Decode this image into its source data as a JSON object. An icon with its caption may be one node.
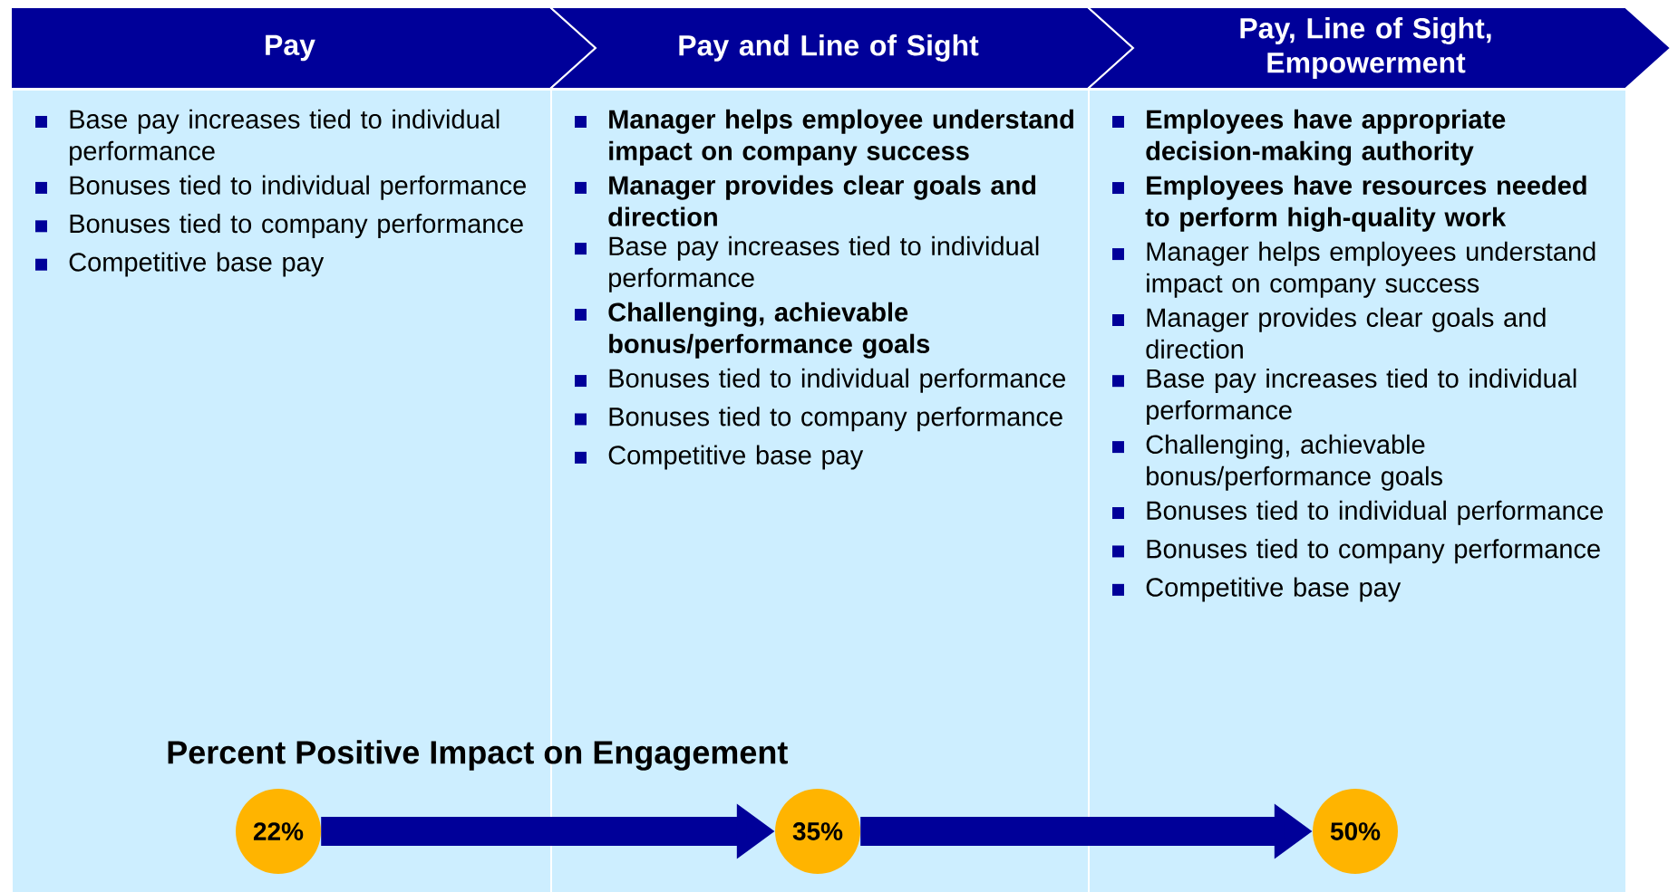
{
  "diagram": {
    "nodes": [
      {
        "text": [
          "Pay",
          "Base pay increases tied to individual performance",
          "Bonuses tied to individual performance",
          "Bonuses tied to company performance",
          "Competitive base pay"
        ]
      },
      {
        "text": [
          "Pay and Line of Sight",
          "**Manager helps employee understand impact on company success**",
          "**Manager provides clear goals and direction**",
          "Base pay increases tied to individual performance",
          "**Challenging, achievable bonus/performance goals**",
          "Bonuses tied to individual performance",
          "Bonuses tied to company performance",
          "Competitive base pay"
        ]
      },
      {
        "text": [
          "Pay, Line of Sight, Empowerment",
          "**Employees have appropriate decision-making authority**",
          "**Employees have resources needed to perform high-quality work**",
          "Manager helps employees understand impact on company success",
          "Manager provides clear goals and direction",
          "Base pay increases tied to individual performance",
          "Challenging, achievable bonus/performance goals",
          "Bonuses tied to individual performance",
          "Bonuses tied to company performance",
          "Competitive base pay"
        ]
      },
      {
        "text": [
          "22%"
        ],
        "in": 0
      },
      {
        "text": [
          "35%"
        ],
        "in": 1
      },
      {
        "text": [
          "50%"
        ],
        "in": 2
      }
    ],
    "edges": [
      {
        "from": 3,
        "to": 4,
        "arrow": "to"
      },
      {
        "from": 4,
        "to": 5,
        "arrow": "to"
      }
    ],
    "labels": [
      "Percent Positive Impact on Engagement"
    ]
  }
}
